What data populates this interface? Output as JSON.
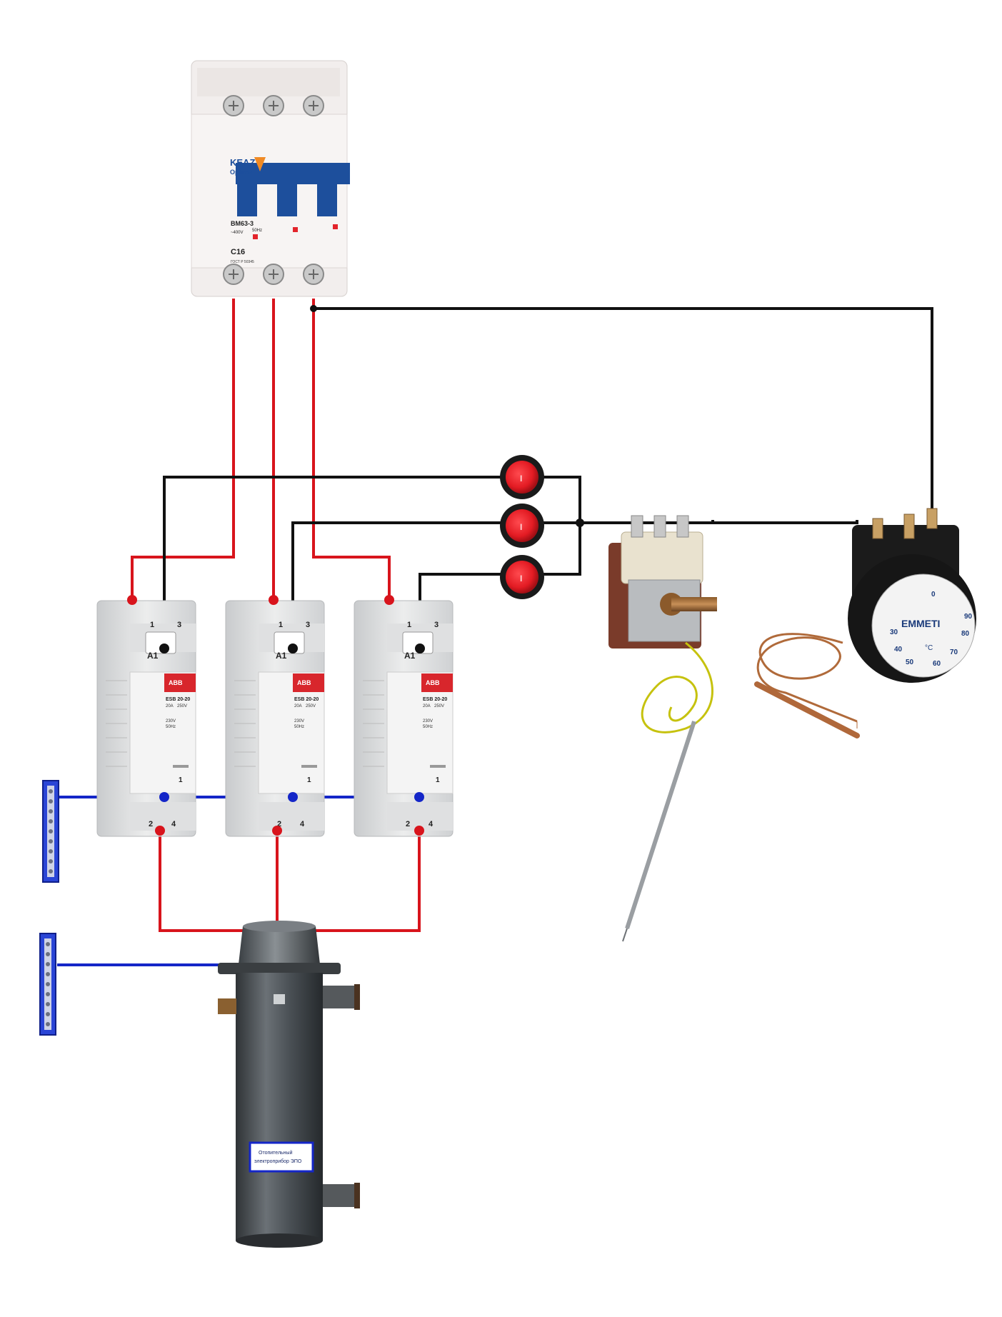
{
  "breaker": {
    "brand": "KEAZ",
    "series": "Optima",
    "model": "BM63-3",
    "rating": "C16",
    "voltage": "~400V",
    "frequency": "50Hz",
    "standard": "ГОСТ Р 50345"
  },
  "contactors": [
    {
      "brand": "ABB",
      "model": "ESB 20-20",
      "current": "20A",
      "voltage_ac": "250V",
      "coil": "230V",
      "coil_freq": "50Hz",
      "coil_terminal": "A1",
      "top_left": "1",
      "top_right": "3",
      "front_num": "1",
      "bottom_left": "2",
      "bottom_right": "4"
    },
    {
      "brand": "ABB",
      "model": "ESB 20-20",
      "current": "20A",
      "voltage_ac": "250V",
      "coil": "230V",
      "coil_freq": "50Hz",
      "coil_terminal": "A1",
      "top_left": "1",
      "top_right": "3",
      "front_num": "1",
      "bottom_left": "2",
      "bottom_right": "4"
    },
    {
      "brand": "ABB",
      "model": "ESB 20-20",
      "current": "20A",
      "voltage_ac": "250V",
      "coil": "230V",
      "coil_freq": "50Hz",
      "coil_terminal": "A1",
      "top_left": "1",
      "top_right": "3",
      "front_num": "1",
      "bottom_left": "2",
      "bottom_right": "4"
    }
  ],
  "switches": [
    {
      "on_mark": "I"
    },
    {
      "on_mark": "I"
    },
    {
      "on_mark": "I"
    }
  ],
  "thermostat": {
    "brand": "EMMETI",
    "unit": "°C",
    "scale": [
      "0",
      "30",
      "40",
      "50",
      "60",
      "70",
      "80",
      "90"
    ]
  },
  "heater": {
    "label_line1": "Отопительный",
    "label_line2": "электроприбор ЭПО"
  },
  "colors": {
    "phase": "#d8141c",
    "control": "#111111",
    "neutral": "#1426c8",
    "breaker_lever": "#1d4f9c",
    "contactor_stripe": "#d8262c",
    "switch_red": "#e31b23"
  }
}
